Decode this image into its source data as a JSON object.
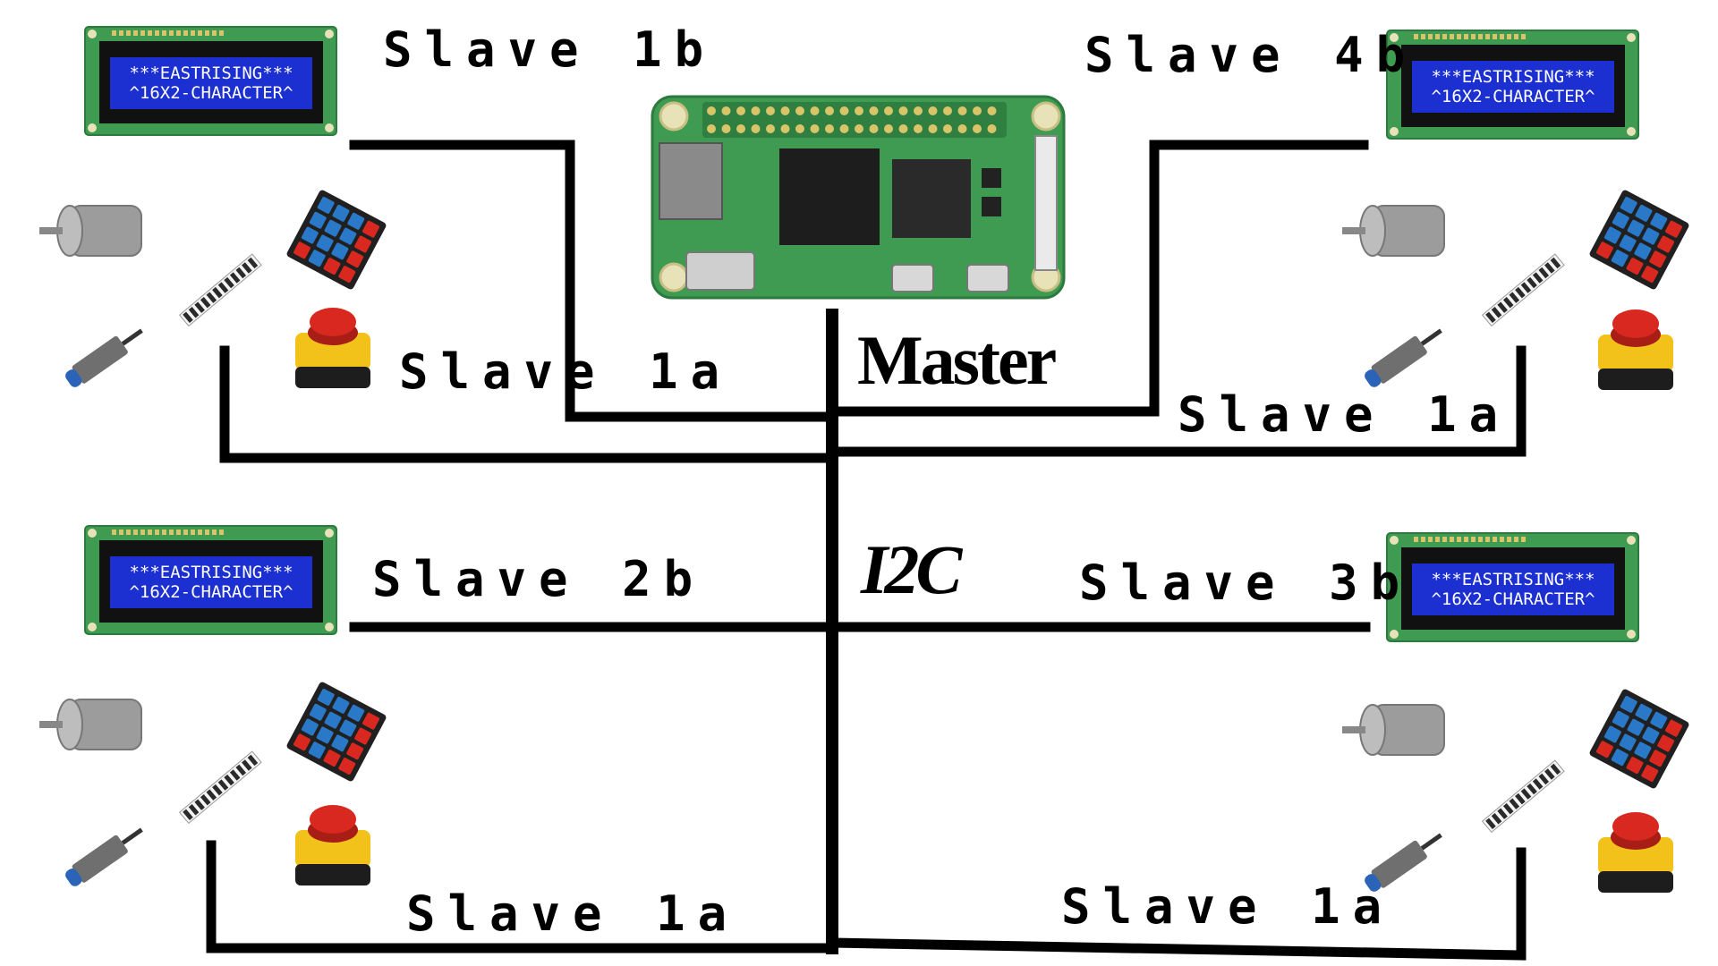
{
  "master": {
    "label": "Master"
  },
  "bus": {
    "label": "I2C"
  },
  "lcd": {
    "line1": "***EASTRISING***",
    "line2": "^16X2-CHARACTER^"
  },
  "slaves": [
    {
      "id": "1b",
      "label": "Slave 1b"
    },
    {
      "id": "1a-top-left",
      "label": "Slave 1a"
    },
    {
      "id": "4b",
      "label": "Slave 4b"
    },
    {
      "id": "1a-top-right",
      "label": "Slave 1a"
    },
    {
      "id": "2b",
      "label": "Slave 2b"
    },
    {
      "id": "1a-bottom-left",
      "label": "Slave 1a"
    },
    {
      "id": "3b",
      "label": "Slave 3b"
    },
    {
      "id": "1a-bottom-right",
      "label": "Slave 1a"
    }
  ],
  "colors": {
    "wire": "#000000",
    "pcb": "#3f9a52",
    "lcd": "#1c2fd0",
    "button_cap": "#d8281f",
    "button_box": "#f2c21b"
  }
}
